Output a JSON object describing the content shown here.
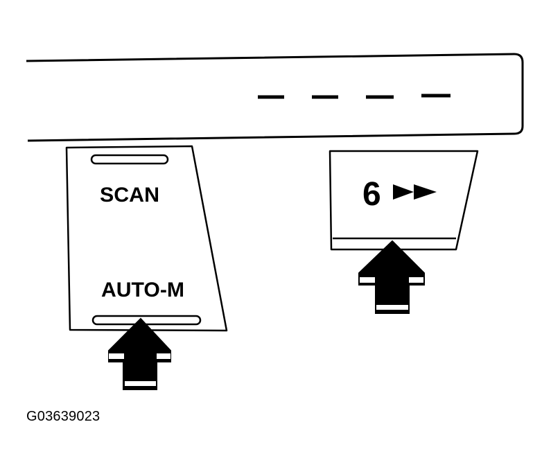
{
  "panel": {
    "display_segments": [
      "--",
      "--",
      "--",
      "--"
    ]
  },
  "buttons": {
    "scan_label": "SCAN",
    "auto_m_label": "AUTO-M",
    "preset_number": "6",
    "preset_icon": "fast-forward-icon"
  },
  "arrows": {
    "count": 2,
    "direction": "up",
    "color": "#000000"
  },
  "figure_code": "G03639023"
}
